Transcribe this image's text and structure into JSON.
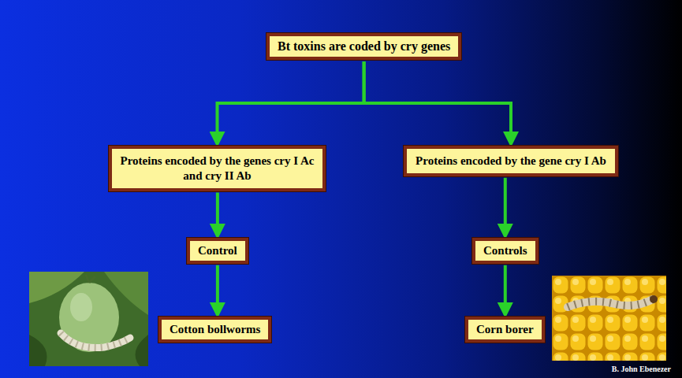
{
  "diagram": {
    "nodes": [
      {
        "text": [
          "Bt toxins are coded by cry genes"
        ]
      },
      {
        "text": [
          "Proteins encoded by the genes cry I Ac and cry II Ab"
        ]
      },
      {
        "text": [
          "Proteins encoded by the gene cry I Ab"
        ]
      },
      {
        "text": [
          "Control"
        ]
      },
      {
        "text": [
          "Controls"
        ]
      },
      {
        "text": [
          "Cotton bollworms"
        ]
      },
      {
        "text": [
          "Corn borer"
        ]
      }
    ],
    "edges": [
      {
        "from": 0,
        "to": 1,
        "arrow": "to"
      },
      {
        "from": 0,
        "to": 2,
        "arrow": "to"
      },
      {
        "from": 1,
        "to": 3,
        "arrow": "to"
      },
      {
        "from": 2,
        "to": 4,
        "arrow": "to"
      },
      {
        "from": 3,
        "to": 5,
        "arrow": "to"
      },
      {
        "from": 4,
        "to": 6,
        "arrow": "to"
      }
    ],
    "labels": [
      "B. John Ebenezer"
    ]
  }
}
